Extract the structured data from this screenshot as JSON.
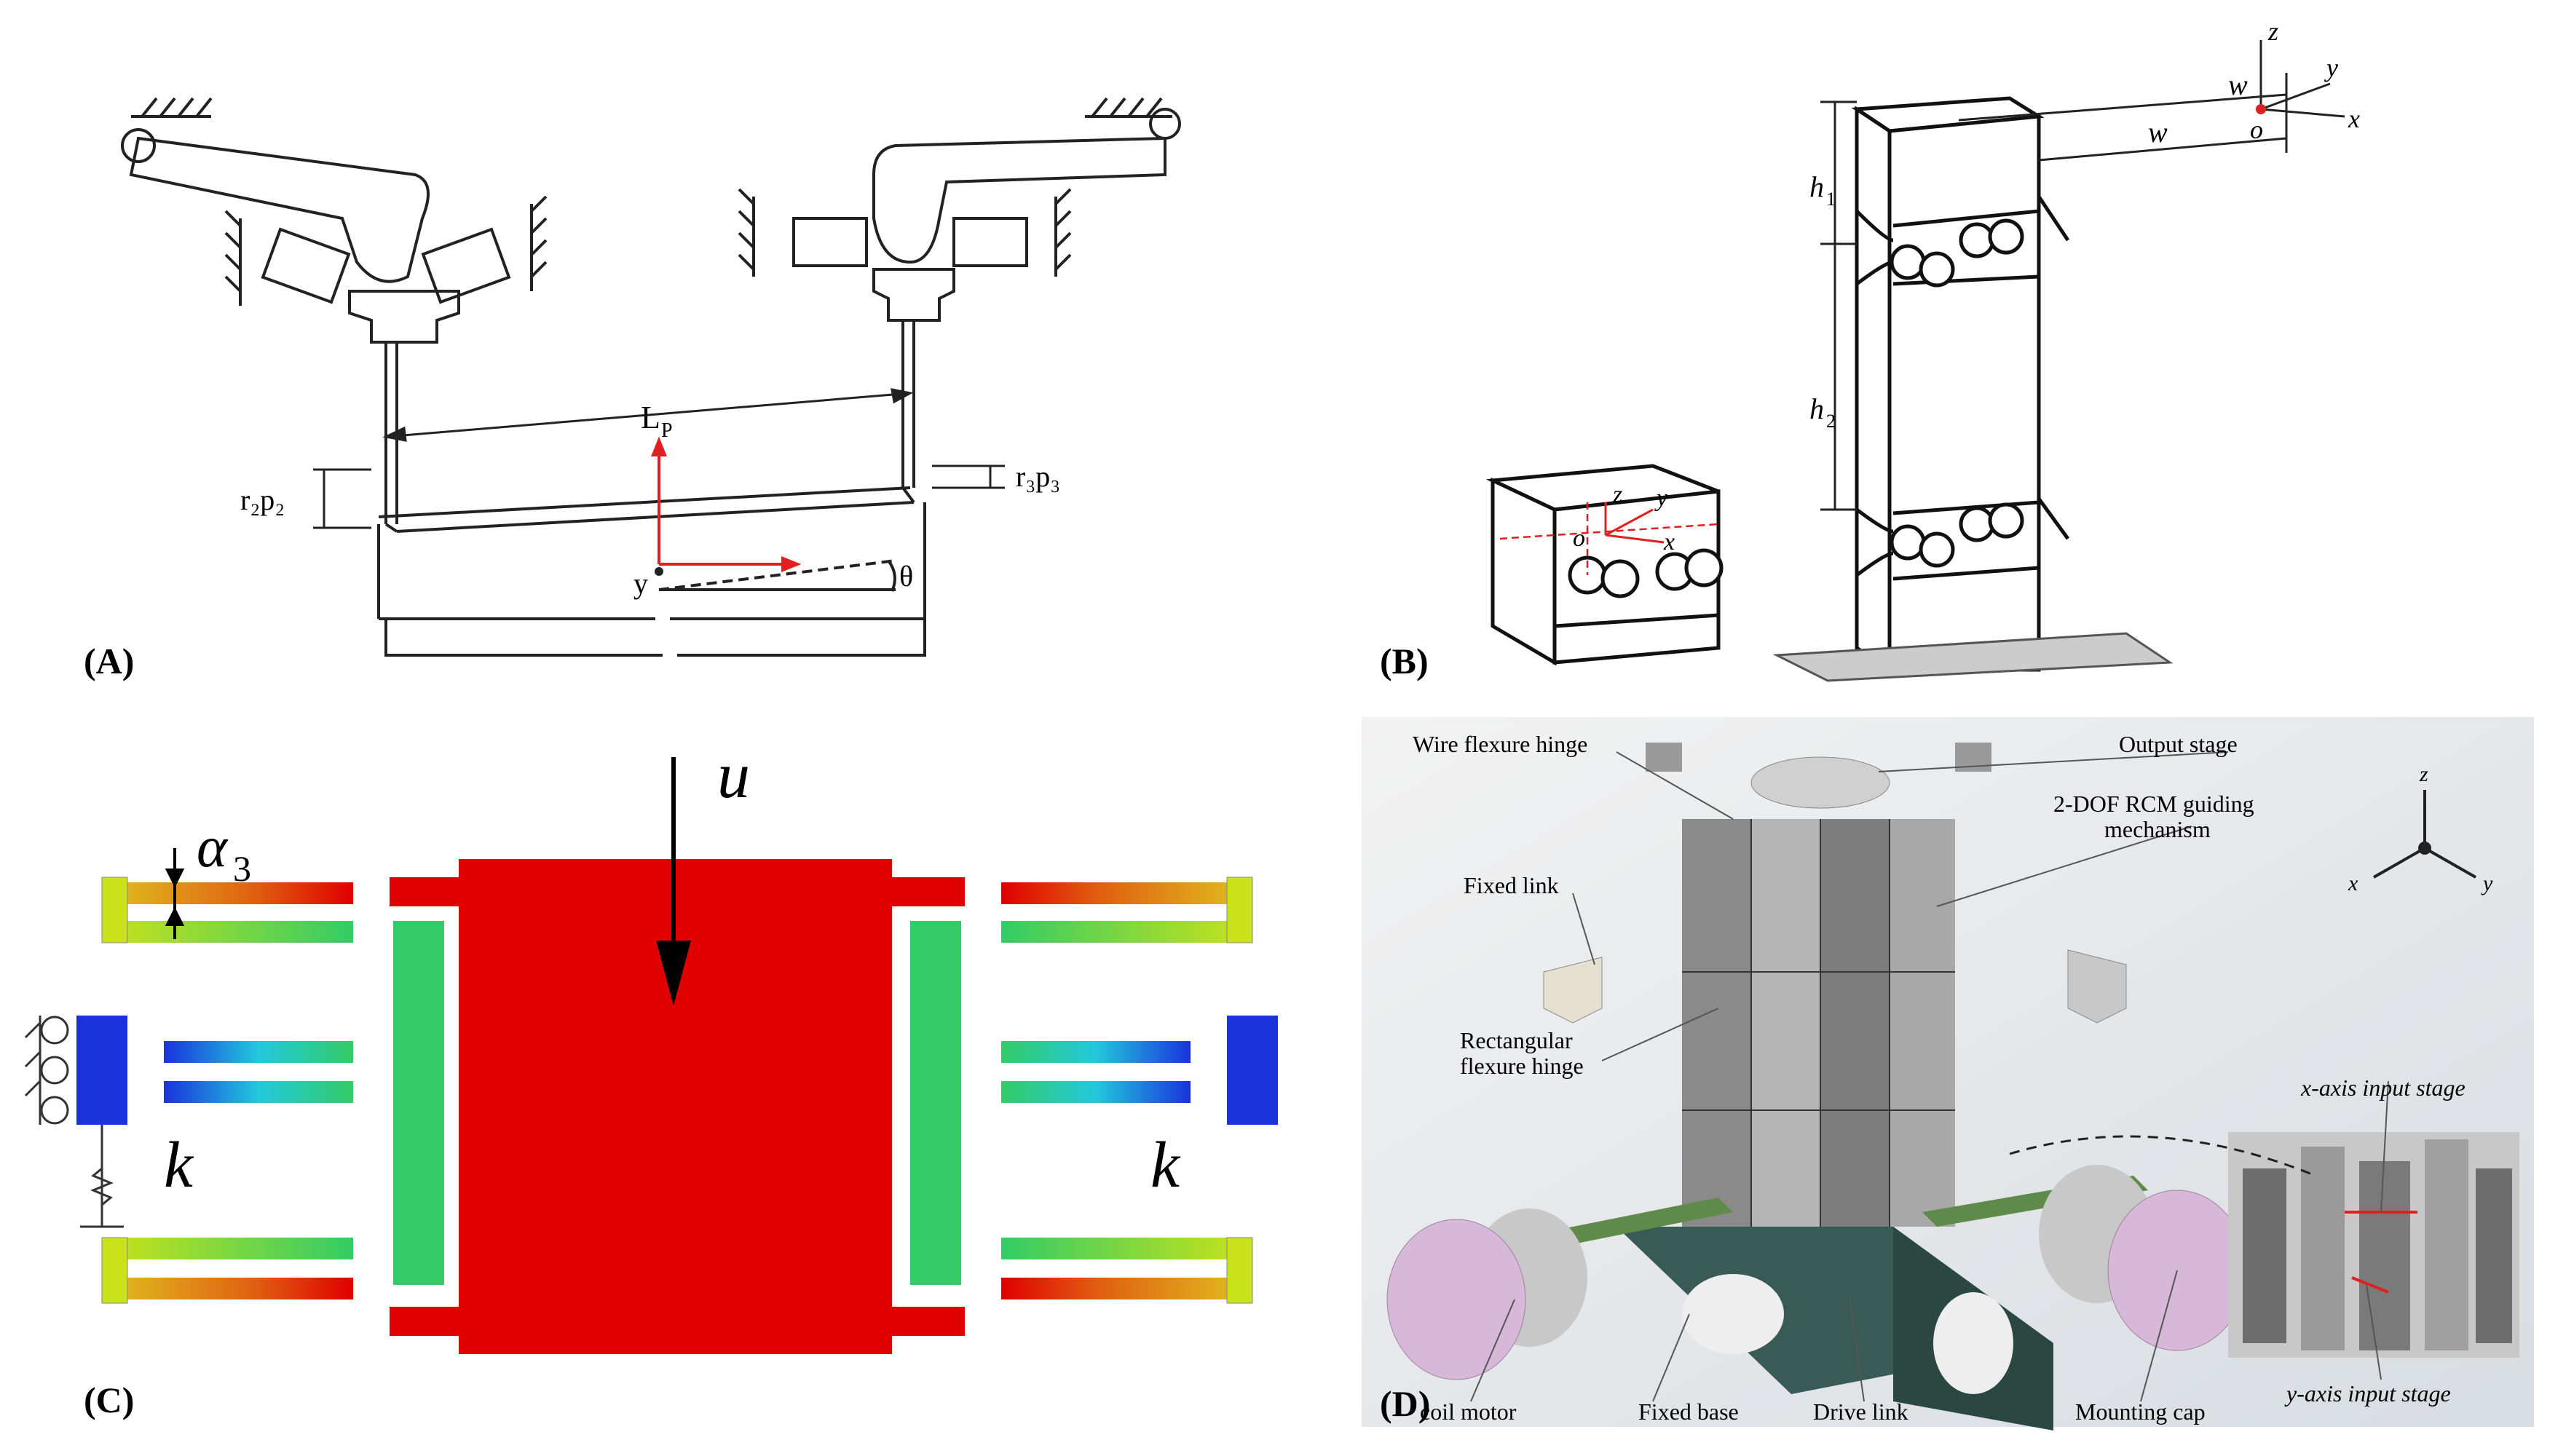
{
  "panels": {
    "a": {
      "tag": "(A)",
      "labels": {
        "length": "L",
        "length_sub": "P",
        "left_offset": "r₂p₂",
        "right_offset": "r₃p₃",
        "axis_y": "y",
        "angle": "θ"
      }
    },
    "b": {
      "tag": "(B)",
      "labels": {
        "w1": "w",
        "w2": "w",
        "h1": "h",
        "h1_sub": "1",
        "h2": "h",
        "h2_sub": "2",
        "axis_z": "z",
        "axis_y": "y",
        "axis_x": "x",
        "origin": "o",
        "sub_z": "z",
        "sub_y": "y",
        "sub_x": "x",
        "sub_origin": "o"
      }
    },
    "c": {
      "tag": "(C)",
      "labels": {
        "input": "u",
        "angle": "α",
        "angle_sub": "3",
        "spring_left": "k",
        "spring_right": "k"
      }
    },
    "d": {
      "tag": "(D)",
      "labels": {
        "wire_flexure_hinge": "Wire flexure hinge",
        "output_stage": "Output stage",
        "rcm_line1": "2-DOF RCM guiding",
        "rcm_line2": "mechanism",
        "fixed_link": "Fixed link",
        "rect_hinge_line1": "Rectangular",
        "rect_hinge_line2": "flexure hinge",
        "x_input": "x-axis input stage",
        "y_input": "y-axis input stage",
        "coil_motor": "coil motor",
        "fixed_base": "Fixed base",
        "drive_link": "Drive link",
        "mounting_cap": "Mounting cap",
        "axis_z": "z",
        "axis_x": "x",
        "axis_y": "y"
      }
    }
  },
  "colors": {
    "stress_red": "#e00000",
    "stress_green": "#33cc66",
    "stress_blue": "#1a33dd",
    "stress_yellow": "#c9e21a",
    "annotation_red": "#e02020"
  }
}
